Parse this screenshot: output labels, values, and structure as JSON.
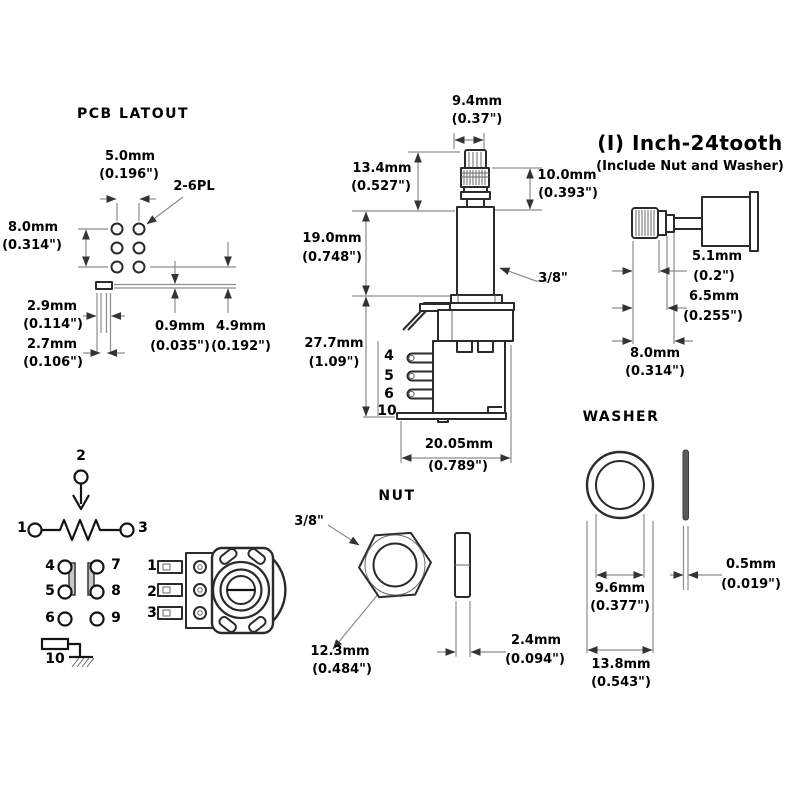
{
  "pcb": {
    "title": "PCB LATOUT",
    "note": "2-6PL",
    "pitch_h_mm": "5.0mm",
    "pitch_h_in": "(0.196\")",
    "pitch_v_mm": "8.0mm",
    "pitch_v_in": "(0.314\")",
    "pad_w_mm": "2.9mm",
    "pad_w_in": "(0.114\")",
    "hole_w_mm": "2.7mm",
    "hole_w_in": "(0.106\")",
    "pad_t_mm": "0.9mm",
    "pad_t_in": "(0.035\")",
    "pad_d_mm": "4.9mm",
    "pad_d_in": "(0.192\")"
  },
  "pot": {
    "shaft_dia_mm": "9.4mm",
    "shaft_dia_in": "(0.37\")",
    "shaft_len_mm": "13.4mm",
    "shaft_len_in": "(0.527\")",
    "knurl_len_mm": "10.0mm",
    "knurl_len_in": "(0.393\")",
    "bushing_len_mm": "19.0mm",
    "bushing_len_in": "(0.748\")",
    "thread": "3/8\"",
    "body_h_mm": "27.7mm",
    "body_h_in": "(1.09\")",
    "body_w_mm": "20.05mm",
    "body_w_in": "(0.789\")",
    "pins": [
      "4",
      "5",
      "6",
      "10"
    ]
  },
  "inch_model": {
    "title": "(I) Inch-24tooth",
    "subtitle": "(Include Nut and Washer)",
    "d1_mm": "5.1mm",
    "d1_in": "(0.2\")",
    "d2_mm": "6.5mm",
    "d2_in": "(0.255\")",
    "d3_mm": "8.0mm",
    "d3_in": "(0.314\")"
  },
  "washer": {
    "title": "WASHER",
    "id_mm": "9.6mm",
    "id_in": "(0.377\")",
    "thick_mm": "0.5mm",
    "thick_in": "(0.019\")",
    "od_mm": "13.8mm",
    "od_in": "(0.543\")"
  },
  "nut": {
    "title": "NUT",
    "thread": "3/8\"",
    "width_mm": "12.3mm",
    "width_in": "(0.484\")",
    "thick_mm": "2.4mm",
    "thick_in": "(0.094\")"
  },
  "schematic": {
    "terminals": [
      "1",
      "2",
      "3"
    ],
    "switch_pins": [
      "4",
      "5",
      "6",
      "7",
      "8",
      "9",
      "10"
    ],
    "topview_pins": [
      "1",
      "2",
      "3"
    ]
  }
}
